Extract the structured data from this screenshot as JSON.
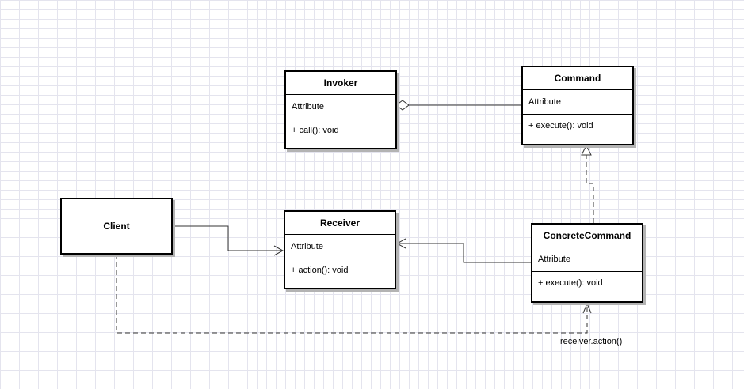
{
  "classes": {
    "invoker": {
      "name": "Invoker",
      "attribute": "Attribute",
      "operation": "+ call(): void"
    },
    "command": {
      "name": "Command",
      "attribute": "Attribute",
      "operation": "+ execute(): void"
    },
    "receiver": {
      "name": "Receiver",
      "attribute": "Attribute",
      "operation": "+ action(): void"
    },
    "concrete_command": {
      "name": "ConcreteCommand",
      "attribute": "Attribute",
      "operation": "+ execute(): void"
    }
  },
  "client": {
    "name": "Client"
  },
  "relationships": {
    "invoker_command": "aggregation",
    "concrete_command_command": "realization",
    "concrete_command_receiver": "association",
    "client_receiver": "association",
    "client_concrete_command": "dependency",
    "client_concrete_command_label": "receiver.action()"
  }
}
